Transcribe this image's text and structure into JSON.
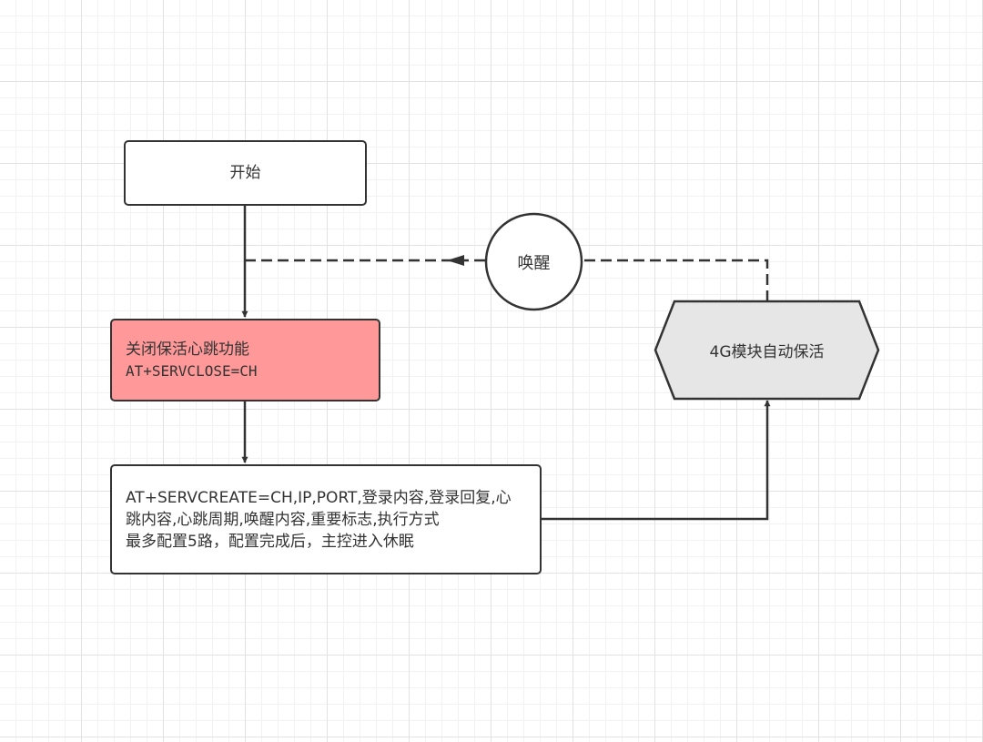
{
  "nodes": {
    "start": {
      "label": "开始"
    },
    "close_heartbeat": {
      "line1": "关闭保活心跳功能",
      "line2": "AT+SERVCLOSE=CH",
      "color": "#ff9999"
    },
    "servcreate": {
      "line1": "AT+SERVCREATE=CH,IP,PORT,登录内容,登录回复,心",
      "line2": "跳内容,心跳周期,唤醒内容,重要标志,执行方式",
      "line3": "最多配置5路，配置完成后，主控进入休眠"
    },
    "wake": {
      "label": "唤醒"
    },
    "keepalive": {
      "label": "4G模块自动保活",
      "color": "#e6e6e6"
    }
  },
  "edges": [
    {
      "from": "start",
      "to": "close_heartbeat",
      "style": "solid"
    },
    {
      "from": "close_heartbeat",
      "to": "servcreate",
      "style": "solid"
    },
    {
      "from": "servcreate",
      "to": "keepalive",
      "style": "solid"
    },
    {
      "from": "keepalive",
      "to": "wake",
      "style": "dashed"
    },
    {
      "from": "wake",
      "to": "start-close-link",
      "style": "dashed"
    }
  ]
}
